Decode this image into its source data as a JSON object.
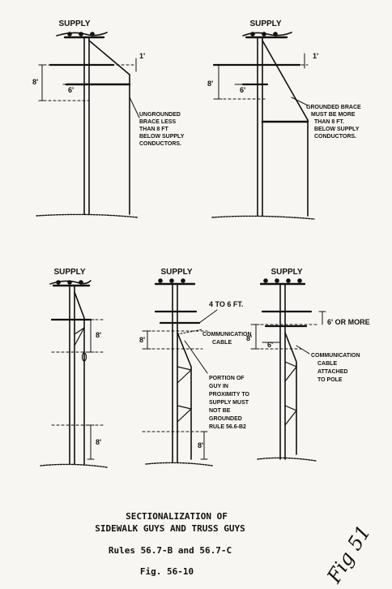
{
  "figures": [
    {
      "supply": "SUPPLY",
      "dim_top": "1'",
      "dim_left": "8'",
      "dim_arm": "6'",
      "note": [
        "UNGROUNDED",
        "BRACE LESS",
        "THAN 8 FT",
        "BELOW SUPPLY",
        "CONDUCTORS."
      ]
    },
    {
      "supply": "SUPPLY",
      "dim_top": "1'",
      "dim_left": "8'",
      "dim_arm": "6'",
      "note": [
        "GROUNDED BRACE",
        "MUST BE MORE",
        "THAN 8 FT.",
        "BELOW SUPPLY",
        "CONDUCTORS."
      ]
    },
    {
      "supply": "SUPPLY",
      "dim_upper": "8'",
      "dim_lower": "8'"
    },
    {
      "supply": "SUPPLY",
      "dim_top": "4 TO 6 FT.",
      "dim_left": "8'",
      "dim_lower": "8'",
      "cable": [
        "COMMUNICATION",
        "CABLE"
      ],
      "note": [
        "PORTION OF",
        "GUY IN",
        "PROXIMITY TO",
        "SUPPLY MUST",
        "NOT BE",
        "GROUNDED",
        "RULE 56.6-B2"
      ]
    },
    {
      "supply": "SUPPLY",
      "dim_right": "6' OR MORE",
      "dim_left": "8'",
      "dim_arm": "6'",
      "note": [
        "COMMUNICATION",
        "CABLE",
        "ATTACHED",
        "TO POLE"
      ]
    }
  ],
  "caption": {
    "title_line1": "SECTIONALIZATION OF",
    "title_line2": "SIDEWALK GUYS AND TRUSS GUYS",
    "rules": "Rules 56.7-B and 56.7-C",
    "fig": "Fig. 56-10"
  },
  "handwritten": "Fig 51"
}
